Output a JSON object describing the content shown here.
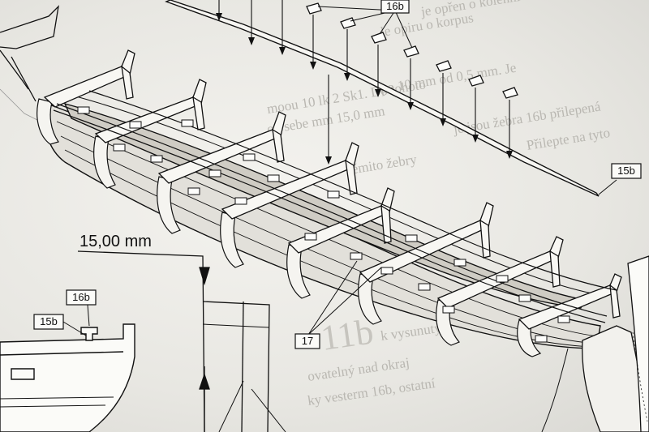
{
  "labels": {
    "part_16b_top": "16b",
    "part_15b_right": "15b",
    "part_17": "17",
    "dimension": "15,00 mm",
    "part_16b_section": "16b",
    "part_15b_section": "15b"
  },
  "background_text": {
    "big_heading": "11b",
    "lines": [
      "je opřen o kolenní destičky",
      "le opiru o korpus",
      "po 10 mm od 0,5 mm. Je",
      "moou 10 lk 2 Sk1. Do tohoto",
      "od sebe mm 15,0 mm",
      "je jsou žebra 16b přilepená",
      "těmito žebry",
      "Přilepte na tyto",
      "k vysunutým",
      "ovatelný nad okraj",
      "ky vesterm 16b, ostatní"
    ]
  },
  "colors": {
    "paper": "#f1f0ec",
    "ink": "#111111",
    "faded_text": "#b9b7b1"
  }
}
